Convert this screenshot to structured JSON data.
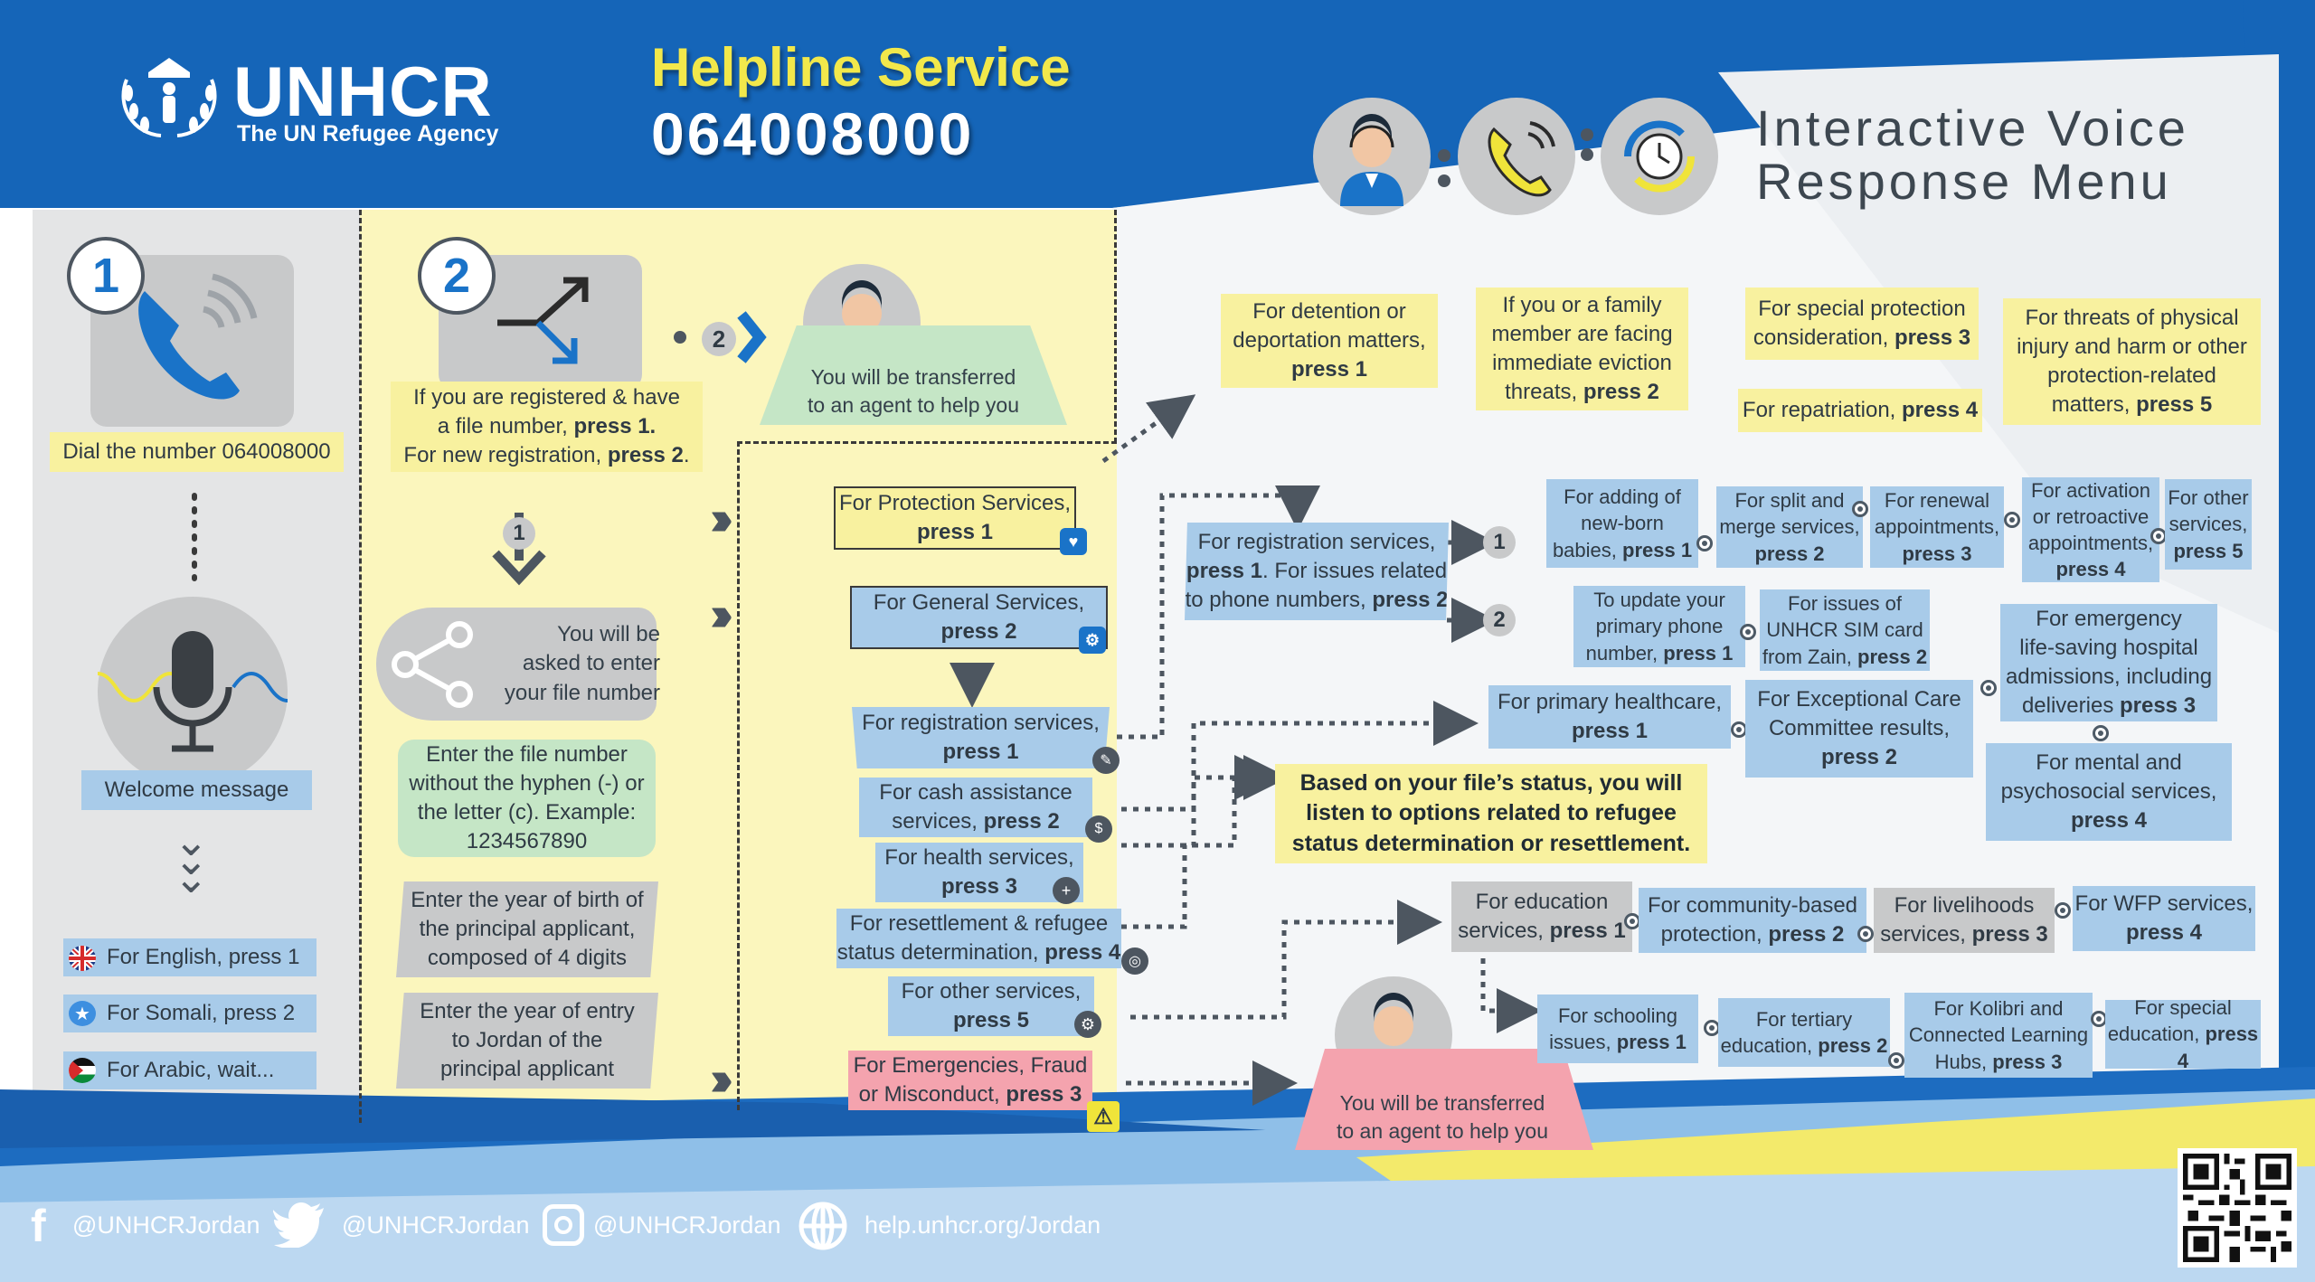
{
  "header": {
    "org_name": "UNHCR",
    "org_sub": "The UN Refugee Agency",
    "service": "Helpline Service",
    "number": "064008000",
    "menu_title_1": "Interactive Voice",
    "menu_title_2": "Response Menu"
  },
  "step1": {
    "num": "1",
    "dial": "Dial the number 064008000",
    "welcome": "Welcome message",
    "languages": [
      {
        "label": "For English, press 1",
        "flag": "uk-flag"
      },
      {
        "label": "For Somali, press 2",
        "flag": "somalia-flag"
      },
      {
        "label": "For Arabic, wait...",
        "flag": "jordan-flag"
      }
    ]
  },
  "step2": {
    "num": "2",
    "reg_1": "If you are registered & have",
    "reg_2a": "a file number, ",
    "reg_2b": "press 1.",
    "reg_3a": "For new registration, ",
    "reg_3b": "press 2",
    "reg_3c": ".",
    "branch1": "1",
    "branch2": "2",
    "transfer_1": "You will be transferred",
    "transfer_2": "to an agent to help you",
    "enter_1": "You will be",
    "enter_2": "asked to enter",
    "enter_3": "your file number",
    "file_1": "Enter the file number",
    "file_2": "without the hyphen (-) or",
    "file_3": "the letter (c). Example:",
    "file_4": "1234567890",
    "year_1": "Enter the year of birth of",
    "year_2": "the principal applicant,",
    "year_3": "composed of 4 digits",
    "entry_1": "Enter the year of entry",
    "entry_2": "to Jordan of the",
    "entry_3": "principal applicant"
  },
  "main_menu": {
    "protection_1": "For Protection Services,",
    "protection_2": "press 1",
    "general_1": "For General Services,",
    "general_2": "press 2",
    "emerg_1": "For Emergencies, Fraud",
    "emerg_2a": "or Misconduct, ",
    "emerg_2b": "press 3",
    "emerg_transfer_1": "You will be transferred",
    "emerg_transfer_2": "to an agent to help you"
  },
  "general_menu": {
    "reg_1": "For registration services,",
    "reg_2": "press 1",
    "cash_1": "For cash assistance",
    "cash_2a": "services, ",
    "cash_2b": "press 2",
    "health_1": "For health services,",
    "health_2": "press 3",
    "resettle_1": "For resettlement & refugee",
    "resettle_2a": "status determination, ",
    "resettle_2b": "press 4",
    "other_1": "For other services,",
    "other_2": "press 5"
  },
  "protection_menu": {
    "detention_1": "For detention or",
    "detention_2": "deportation matters,",
    "detention_3": "press 1",
    "eviction_1": "If you or a family",
    "eviction_2": "member are facing",
    "eviction_3": "immediate eviction",
    "eviction_4a": "threats, ",
    "eviction_4b": "press 2",
    "special_1": "For special protection",
    "special_2a": "consideration, ",
    "special_2b": "press 3",
    "repat_a": "For repatriation, ",
    "repat_b": "press 4",
    "threat_1": "For threats of physical",
    "threat_2": "injury and harm or other",
    "threat_3": "protection-related",
    "threat_4a": "matters, ",
    "threat_4b": "press 5"
  },
  "registration_menu": {
    "intro_1": "For registration services,",
    "intro_2a": "press 1",
    "intro_2b": ". For issues related",
    "intro_3a": "to phone numbers, ",
    "intro_3b": "press 2",
    "b1": "1",
    "b2": "2",
    "newborn_1": "For adding of",
    "newborn_2": "new-born",
    "newborn_3a": "babies, ",
    "newborn_3b": "press 1",
    "split_1": "For split and",
    "split_2": "merge services,",
    "split_3": "press 2",
    "renewal_1": "For renewal",
    "renewal_2": "appointments,",
    "renewal_3": "press 3",
    "activation_1": "For activation",
    "activation_2": "or retroactive",
    "activation_3": "appointments,",
    "activation_4": "press 4",
    "otherserv_1": "For other",
    "otherserv_2": "services,",
    "otherserv_3": "press 5",
    "phone_1": "To update your",
    "phone_2": "primary phone",
    "phone_3a": "number, ",
    "phone_3b": "press 1",
    "sim_1": "For issues of",
    "sim_2": "UNHCR SIM card",
    "sim_3a": "from Zain, ",
    "sim_3b": "press 2"
  },
  "health_menu": {
    "primary_1": "For primary healthcare,",
    "primary_2": "press 1",
    "ecc_1": "For Exceptional Care",
    "ecc_2": "Committee results,",
    "ecc_3": "press 2",
    "emergency_1": "For emergency",
    "emergency_2": "life-saving hospital",
    "emergency_3": "admissions, including",
    "emergency_4a": "deliveries ",
    "emergency_4b": "press 3",
    "mental_1": "For mental and",
    "mental_2": "psychosocial services,",
    "mental_3": "press 4"
  },
  "resettlement_note": {
    "line_1": "Based on your file’s status, you will",
    "line_2": "listen to options related to refugee",
    "line_3": "status determination or resettlement."
  },
  "other_menu": {
    "edu_1": "For education",
    "edu_2a": "services, ",
    "edu_2b": "press 1",
    "community_1": "For community-based",
    "community_2a": "protection, ",
    "community_2b": "press 2",
    "livelihood_1": "For livelihoods",
    "livelihood_2a": "services, ",
    "livelihood_2b": "press 3",
    "wfp_1": "For WFP services,",
    "wfp_2": "press 4"
  },
  "education_menu": {
    "school_1": "For schooling",
    "school_2a": "issues, ",
    "school_2b": "press 1",
    "tertiary_1": "For tertiary",
    "tertiary_2a": "education, ",
    "tertiary_2b": "press 2",
    "kolibri_1": "For Kolibri and",
    "kolibri_2": "Connected Learning",
    "kolibri_3a": "Hubs, ",
    "kolibri_3b": "press 3",
    "special_1": "For special",
    "special_2a": "education, ",
    "special_2b": "press 4"
  },
  "footer": {
    "facebook": "@UNHCRJordan",
    "twitter": "@UNHCRJordan",
    "instagram": "@UNHCRJordan",
    "website": "help.unhcr.org/Jordan"
  },
  "colors": {
    "unhcr_blue": "#1565b8",
    "helpline_yellow": "#f2e84b",
    "panel_yellow": "#fbf6bd",
    "box_blue": "#a8cbe9",
    "box_grey": "#c8c9ca",
    "box_pink": "#f4a3ae"
  }
}
